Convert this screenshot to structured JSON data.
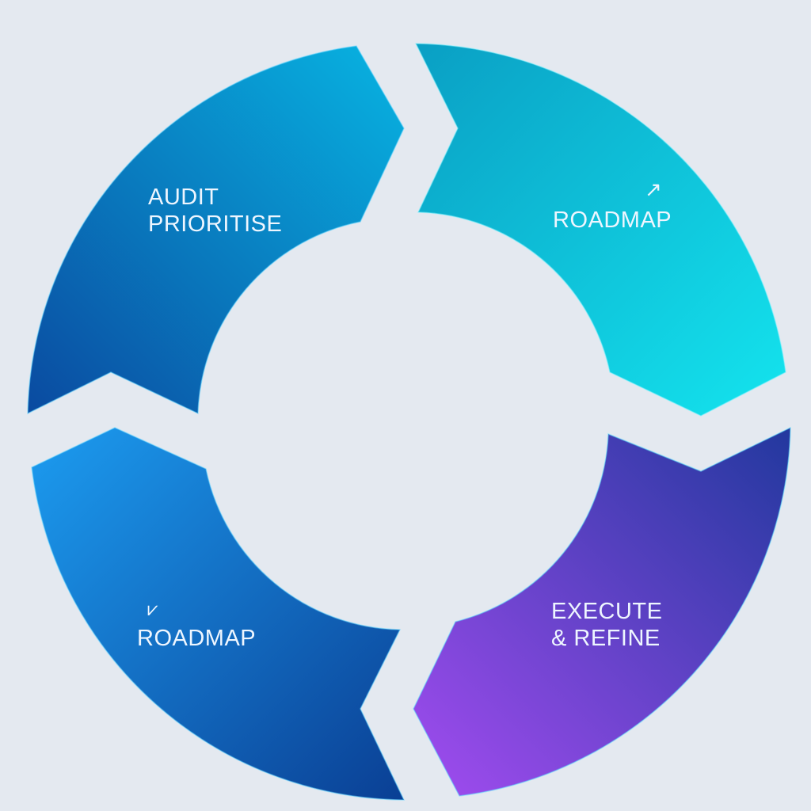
{
  "segments": [
    {
      "id": "audit",
      "line1": "AUDIT",
      "line2": "PRIORITISE",
      "icon": "none",
      "color_start": "#0a4fa8",
      "color_end": "#09b6e0"
    },
    {
      "id": "roadmap-top",
      "line1": "ROADMAP",
      "icon": "arrow-up-right-icon",
      "icon_glyph": "↗",
      "color_start": "#0aa6c8",
      "color_end": "#0ee0ea"
    },
    {
      "id": "execute",
      "line1": "EXECUTE",
      "line2": "& REFINE",
      "icon": "none",
      "color_start": "#9b45e8",
      "color_end": "#2b3aa6"
    },
    {
      "id": "roadmap-bottom",
      "line1": "ROADMAP",
      "icon": "double-check-icon",
      "icon_glyph": "⩗",
      "color_start": "#1a8fe6",
      "color_end": "#0a4598"
    }
  ]
}
